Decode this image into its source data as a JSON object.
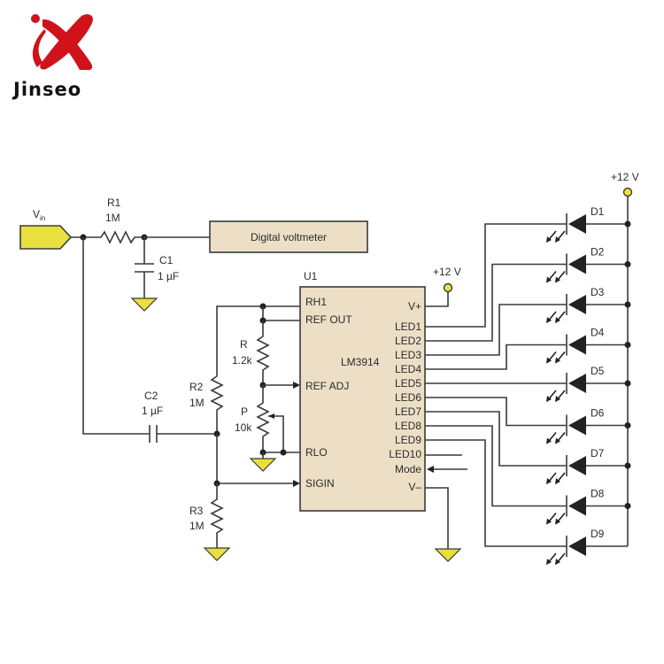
{
  "brand": {
    "name": "Jinseo",
    "logo_color": "#d0121b"
  },
  "colors": {
    "wire": "#3a3a3a",
    "ic_fill": "#ecdfc6",
    "ground_yellow": "#e8e03c",
    "supply_yellow": "#f0e23a"
  },
  "input": {
    "label_main": "V",
    "label_sub": "in"
  },
  "components": {
    "R1": {
      "name": "R1",
      "value": "1M"
    },
    "C1": {
      "name": "C1",
      "value": "1 µF"
    },
    "C2": {
      "name": "C2",
      "value": "1 µF"
    },
    "R2": {
      "name": "R2",
      "value": "1M"
    },
    "R3": {
      "name": "R3",
      "value": "1M"
    },
    "R": {
      "name": "R",
      "value": "1.2k"
    },
    "P": {
      "name": "P",
      "value": "10k"
    }
  },
  "voltmeter": {
    "label": "Digital voltmeter"
  },
  "ic": {
    "ref": "U1",
    "part": "LM3914",
    "left_pins": [
      "RH1",
      "REF OUT",
      "REF ADJ",
      "RLO",
      "SIGIN"
    ],
    "right_pins": [
      "V+",
      "LED1",
      "LED2",
      "LED3",
      "LED4",
      "LED5",
      "LED6",
      "LED7",
      "LED8",
      "LED9",
      "LED10",
      "Mode",
      "V–"
    ]
  },
  "supply": {
    "ic_label": "+12 V",
    "led_label": "+12 V"
  },
  "leds": [
    "D1",
    "D2",
    "D3",
    "D4",
    "D5",
    "D6",
    "D7",
    "D8",
    "D9"
  ]
}
